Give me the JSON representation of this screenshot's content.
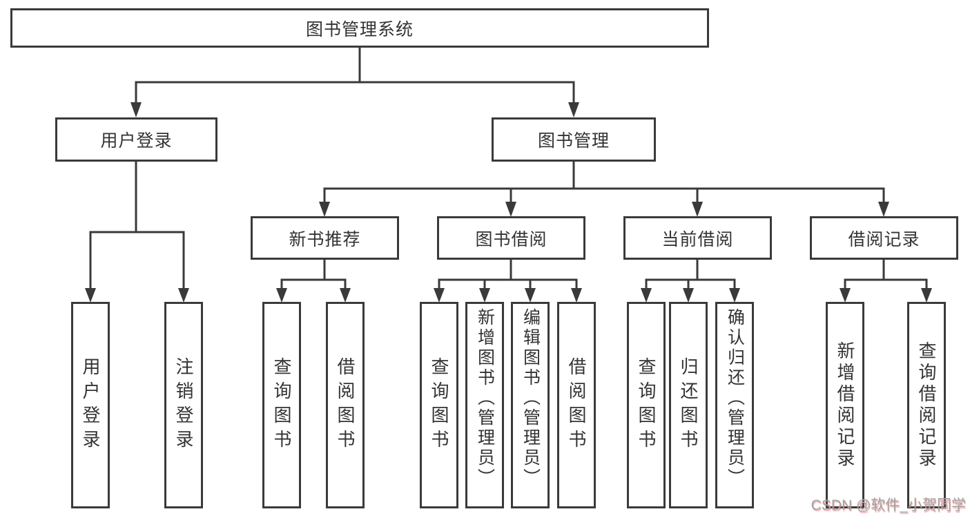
{
  "diagram": {
    "root": "图书管理系统",
    "level2": [
      "用户登录",
      "图书管理"
    ],
    "level3": [
      "新书推荐",
      "图书借阅",
      "当前借阅",
      "借阅记录"
    ],
    "leaves": {
      "login": [
        "用户登录",
        "注销登录"
      ],
      "recommend": [
        "查询图书",
        "借阅图书"
      ],
      "borrow": [
        "查询图书",
        "新增图书（管理员）",
        "编辑图书（管理员）",
        "借阅图书"
      ],
      "current": [
        "查询图书",
        "归还图书",
        "确认归还（管理员）"
      ],
      "records": [
        "新增借阅记录",
        "查询借阅记录"
      ]
    }
  },
  "colors": {
    "line": "#3a3a3a",
    "box_border": "#3a3a3a",
    "box_fill": "#ffffff",
    "text": "#333333",
    "background": "#ffffff",
    "watermark_gray": "#a3a3a3",
    "watermark_red": "#e05858"
  },
  "watermark": {
    "text": "CSDN @软件_小贺同学"
  }
}
